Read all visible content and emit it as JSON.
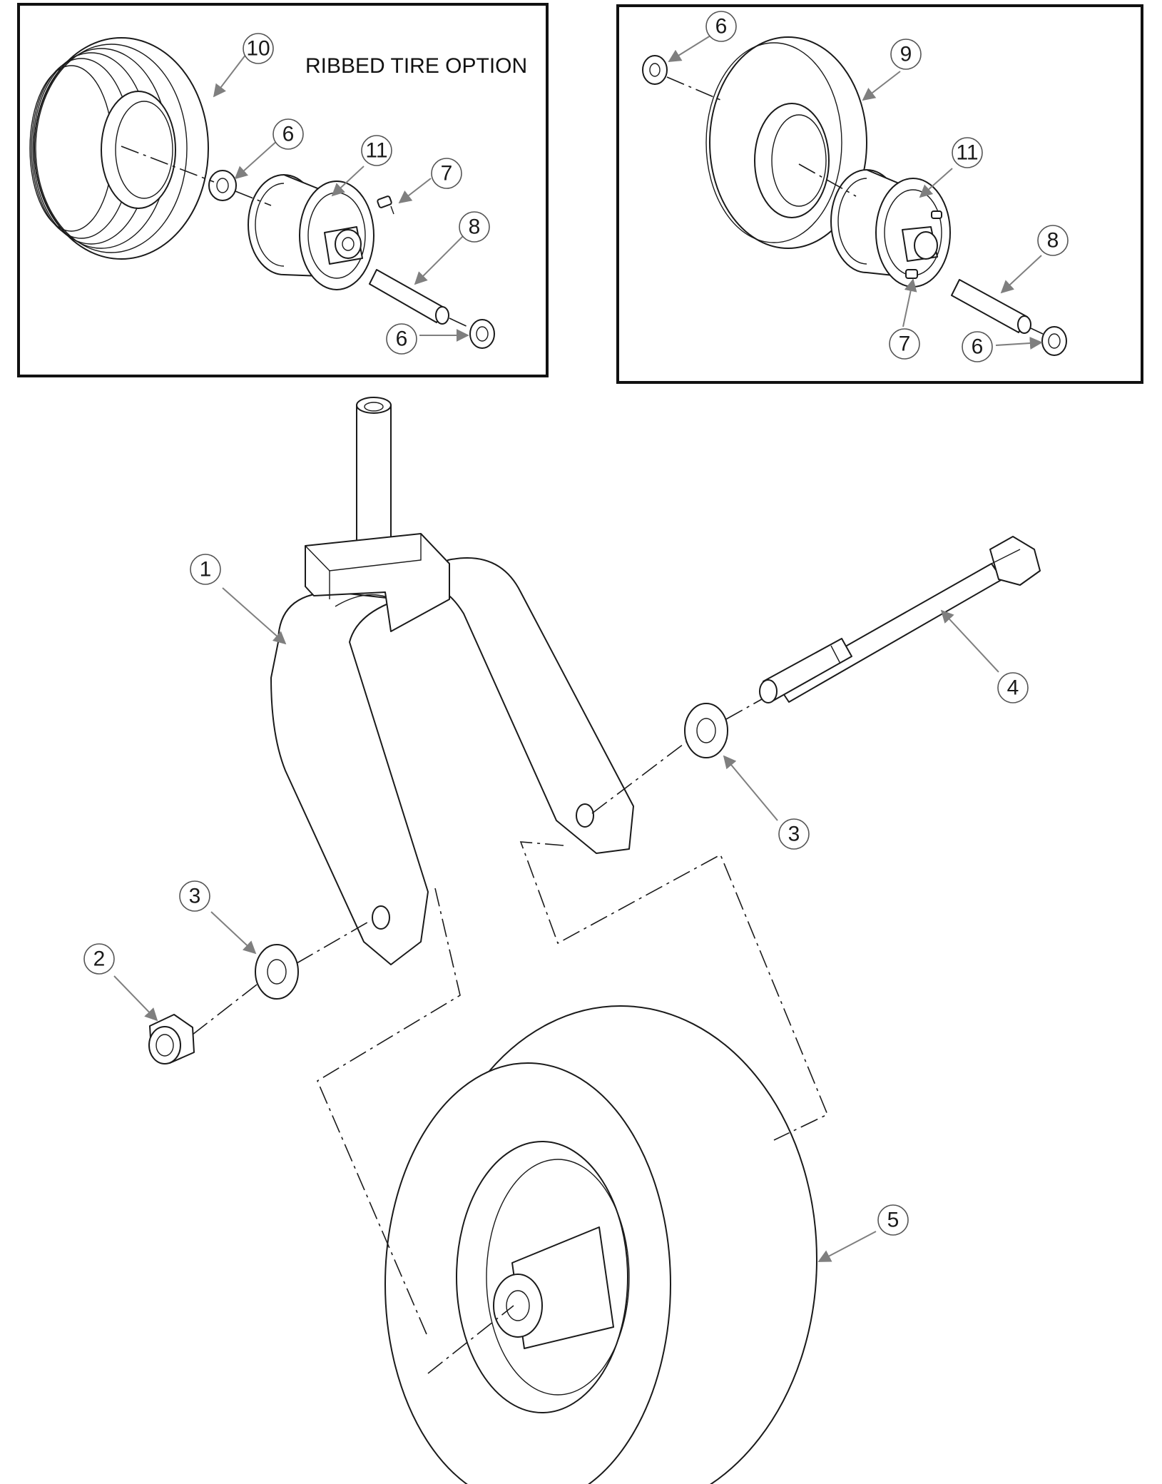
{
  "inset_left": {
    "caption": "RIBBED TIRE OPTION"
  },
  "balloons": {
    "b1": "1",
    "b2": "2",
    "b3a": "3",
    "b3b": "3",
    "b4": "4",
    "b5": "5",
    "b6a": "6",
    "b6b": "6",
    "b6c": "6",
    "b6d": "6",
    "b7a": "7",
    "b7b": "7",
    "b8a": "8",
    "b8b": "8",
    "b9": "9",
    "b10": "10",
    "b11a": "11",
    "b11b": "11"
  },
  "colors": {
    "line": "#1a1a1a",
    "leader": "#7f7f7f",
    "background": "#ffffff"
  }
}
